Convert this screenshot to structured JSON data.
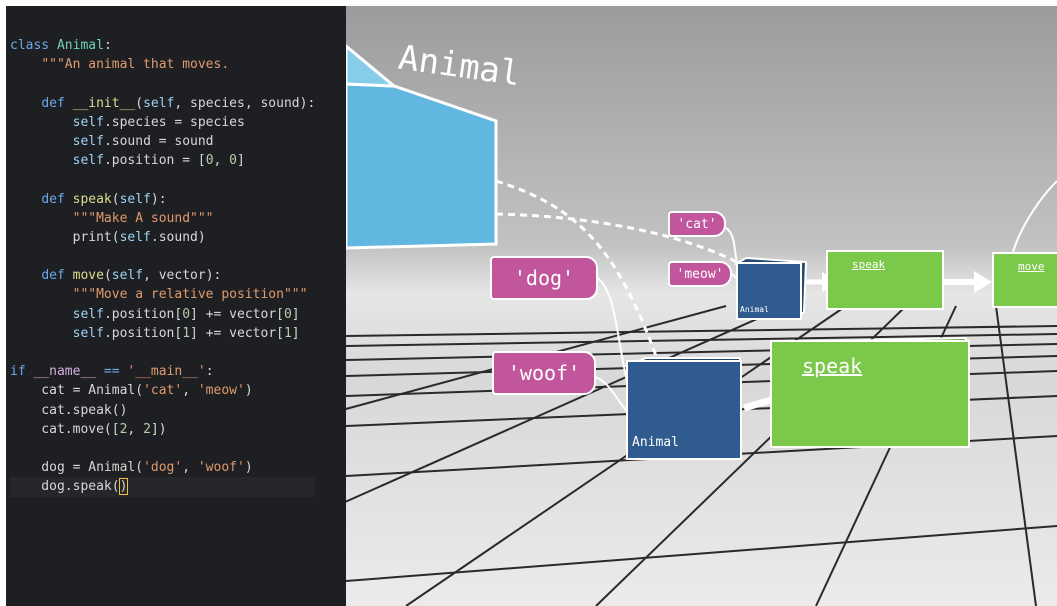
{
  "editor": {
    "lines": [
      [
        [
          "k",
          "class "
        ],
        [
          "cls",
          "Animal"
        ],
        [
          "",
          ":"
        ]
      ],
      [
        [
          "",
          "    "
        ],
        [
          "str",
          "\"\"\"An animal that moves."
        ]
      ],
      [
        [
          "",
          ""
        ]
      ],
      [
        [
          "",
          "    "
        ],
        [
          "k",
          "def "
        ],
        [
          "fn",
          "__init__"
        ],
        [
          "",
          "("
        ],
        [
          "self",
          "self"
        ],
        [
          "",
          ", species, sound):"
        ]
      ],
      [
        [
          "",
          "        "
        ],
        [
          "self",
          "self"
        ],
        [
          "",
          ".species = species"
        ]
      ],
      [
        [
          "",
          "        "
        ],
        [
          "self",
          "self"
        ],
        [
          "",
          ".sound = sound"
        ]
      ],
      [
        [
          "",
          "        "
        ],
        [
          "self",
          "self"
        ],
        [
          "",
          ".position = ["
        ],
        [
          "num",
          "0"
        ],
        [
          "",
          ", "
        ],
        [
          "num",
          "0"
        ],
        [
          "",
          "]"
        ]
      ],
      [
        [
          "",
          ""
        ]
      ],
      [
        [
          "",
          "    "
        ],
        [
          "k",
          "def "
        ],
        [
          "fn",
          "speak"
        ],
        [
          "",
          "("
        ],
        [
          "self",
          "self"
        ],
        [
          "",
          "):"
        ]
      ],
      [
        [
          "",
          "        "
        ],
        [
          "str",
          "\"\"\"Make A sound\"\"\""
        ]
      ],
      [
        [
          "",
          "        print("
        ],
        [
          "self",
          "self"
        ],
        [
          "",
          ".sound)"
        ]
      ],
      [
        [
          "",
          ""
        ]
      ],
      [
        [
          "",
          "    "
        ],
        [
          "k",
          "def "
        ],
        [
          "fn",
          "move"
        ],
        [
          "",
          "("
        ],
        [
          "self",
          "self"
        ],
        [
          "",
          ", vector):"
        ]
      ],
      [
        [
          "",
          "        "
        ],
        [
          "str",
          "\"\"\"Move a relative position\"\"\""
        ]
      ],
      [
        [
          "",
          "        "
        ],
        [
          "self",
          "self"
        ],
        [
          "",
          ".position["
        ],
        [
          "num",
          "0"
        ],
        [
          "",
          "] += vector["
        ],
        [
          "num",
          "0"
        ],
        [
          "",
          "]"
        ]
      ],
      [
        [
          "",
          "        "
        ],
        [
          "self",
          "self"
        ],
        [
          "",
          ".position["
        ],
        [
          "num",
          "1"
        ],
        [
          "",
          "] += vector["
        ],
        [
          "num",
          "1"
        ],
        [
          "",
          "]"
        ]
      ],
      [
        [
          "",
          ""
        ]
      ],
      [
        [
          "k",
          "if "
        ],
        [
          "dun",
          "__name__"
        ],
        [
          "",
          ""
        ],
        [
          "k",
          " == "
        ],
        [
          "str",
          "'__main__'"
        ],
        [
          "",
          ":"
        ]
      ],
      [
        [
          "",
          "    cat = Animal("
        ],
        [
          "str",
          "'cat'"
        ],
        [
          "",
          ", "
        ],
        [
          "str",
          "'meow'"
        ],
        [
          "",
          ")"
        ]
      ],
      [
        [
          "",
          "    cat.speak()"
        ]
      ],
      [
        [
          "",
          "    cat.move(["
        ],
        [
          "num",
          "2"
        ],
        [
          "",
          ", "
        ],
        [
          "num",
          "2"
        ],
        [
          "",
          "])"
        ]
      ],
      [
        [
          "",
          ""
        ]
      ],
      [
        [
          "",
          "    dog = Animal("
        ],
        [
          "str",
          "'dog'"
        ],
        [
          "",
          ", "
        ],
        [
          "str",
          "'woof'"
        ],
        [
          "",
          ")"
        ]
      ],
      [
        [
          "",
          "    dog.speak("
        ],
        [
          "caret",
          ")"
        ]
      ]
    ]
  },
  "scene": {
    "class_label": "Animal",
    "tag_cat": "'cat'",
    "tag_meow": "'meow'",
    "tag_dog": "'dog'",
    "tag_woof": "'woof'",
    "instance_label_small": "Animal",
    "instance_label_large": "Animal",
    "method_speak_small": "speak",
    "method_move": "move",
    "method_speak_large": "speak"
  },
  "colors": {
    "editor_bg": "#1e1f22",
    "keyword": "#6aa9e8",
    "string": "#e09a6d",
    "class_box": "#5fb3de",
    "instance_box": "#2f5b8f",
    "method_box": "#7cc84a",
    "tag": "#c2569c"
  }
}
